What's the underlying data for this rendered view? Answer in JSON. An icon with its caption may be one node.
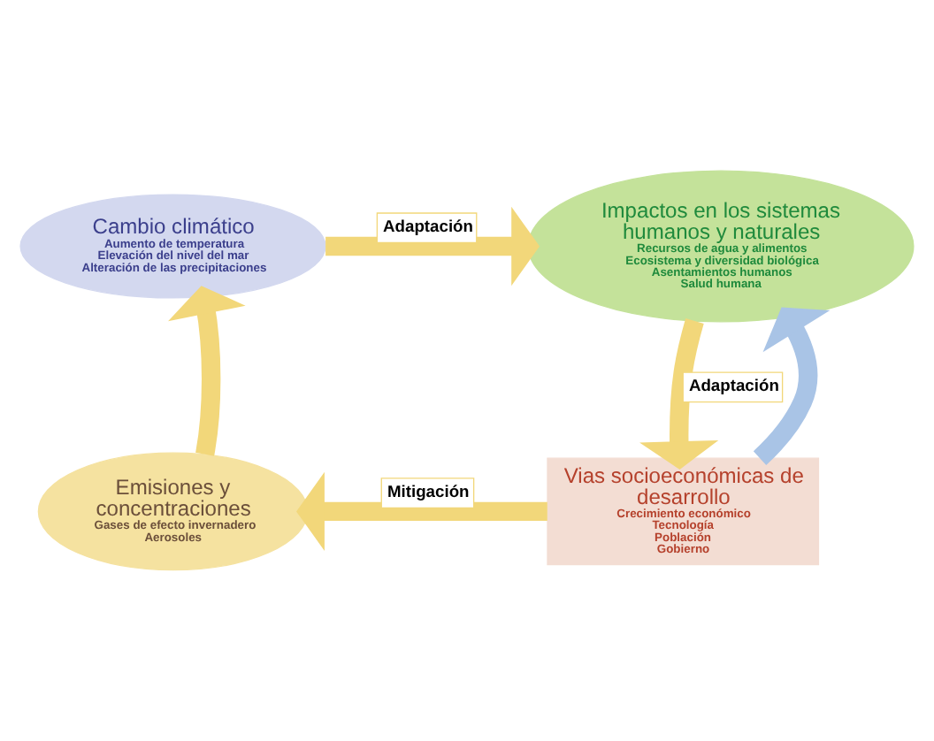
{
  "diagram": {
    "nodes": [
      {
        "text": [
          "Cambio climático",
          "Aumento de temperatura",
          "Elevación del nivel del mar",
          "Alteración de las precipitaciones"
        ]
      },
      {
        "text": [
          "Impactos en los sistemas humanos y naturales",
          "Recursos de agua y alimentos",
          "Ecosistema y diversidad biológica",
          "Asentamientos humanos",
          "Salud humana"
        ]
      },
      {
        "text": [
          "Vias socioeconómicas de desarrollo",
          "Crecimiento económico",
          "Tecnología",
          "Población",
          "Gobierno"
        ]
      },
      {
        "text": [
          "Emisiones y concentraciones",
          "Gases de efecto invernadero",
          "Aerosoles"
        ]
      }
    ],
    "edges": [
      {
        "from": 0,
        "to": 1,
        "arrow": "to",
        "label": "Adaptación"
      },
      {
        "from": 1,
        "to": 2,
        "arrow": "to",
        "label": "Adaptación"
      },
      {
        "from": 2,
        "to": 1,
        "arrow": "to",
        "color": "#a9c4e6"
      },
      {
        "from": 2,
        "to": 3,
        "arrow": "to",
        "label": "Mitigación"
      },
      {
        "from": 3,
        "to": 0,
        "arrow": "to"
      }
    ]
  }
}
